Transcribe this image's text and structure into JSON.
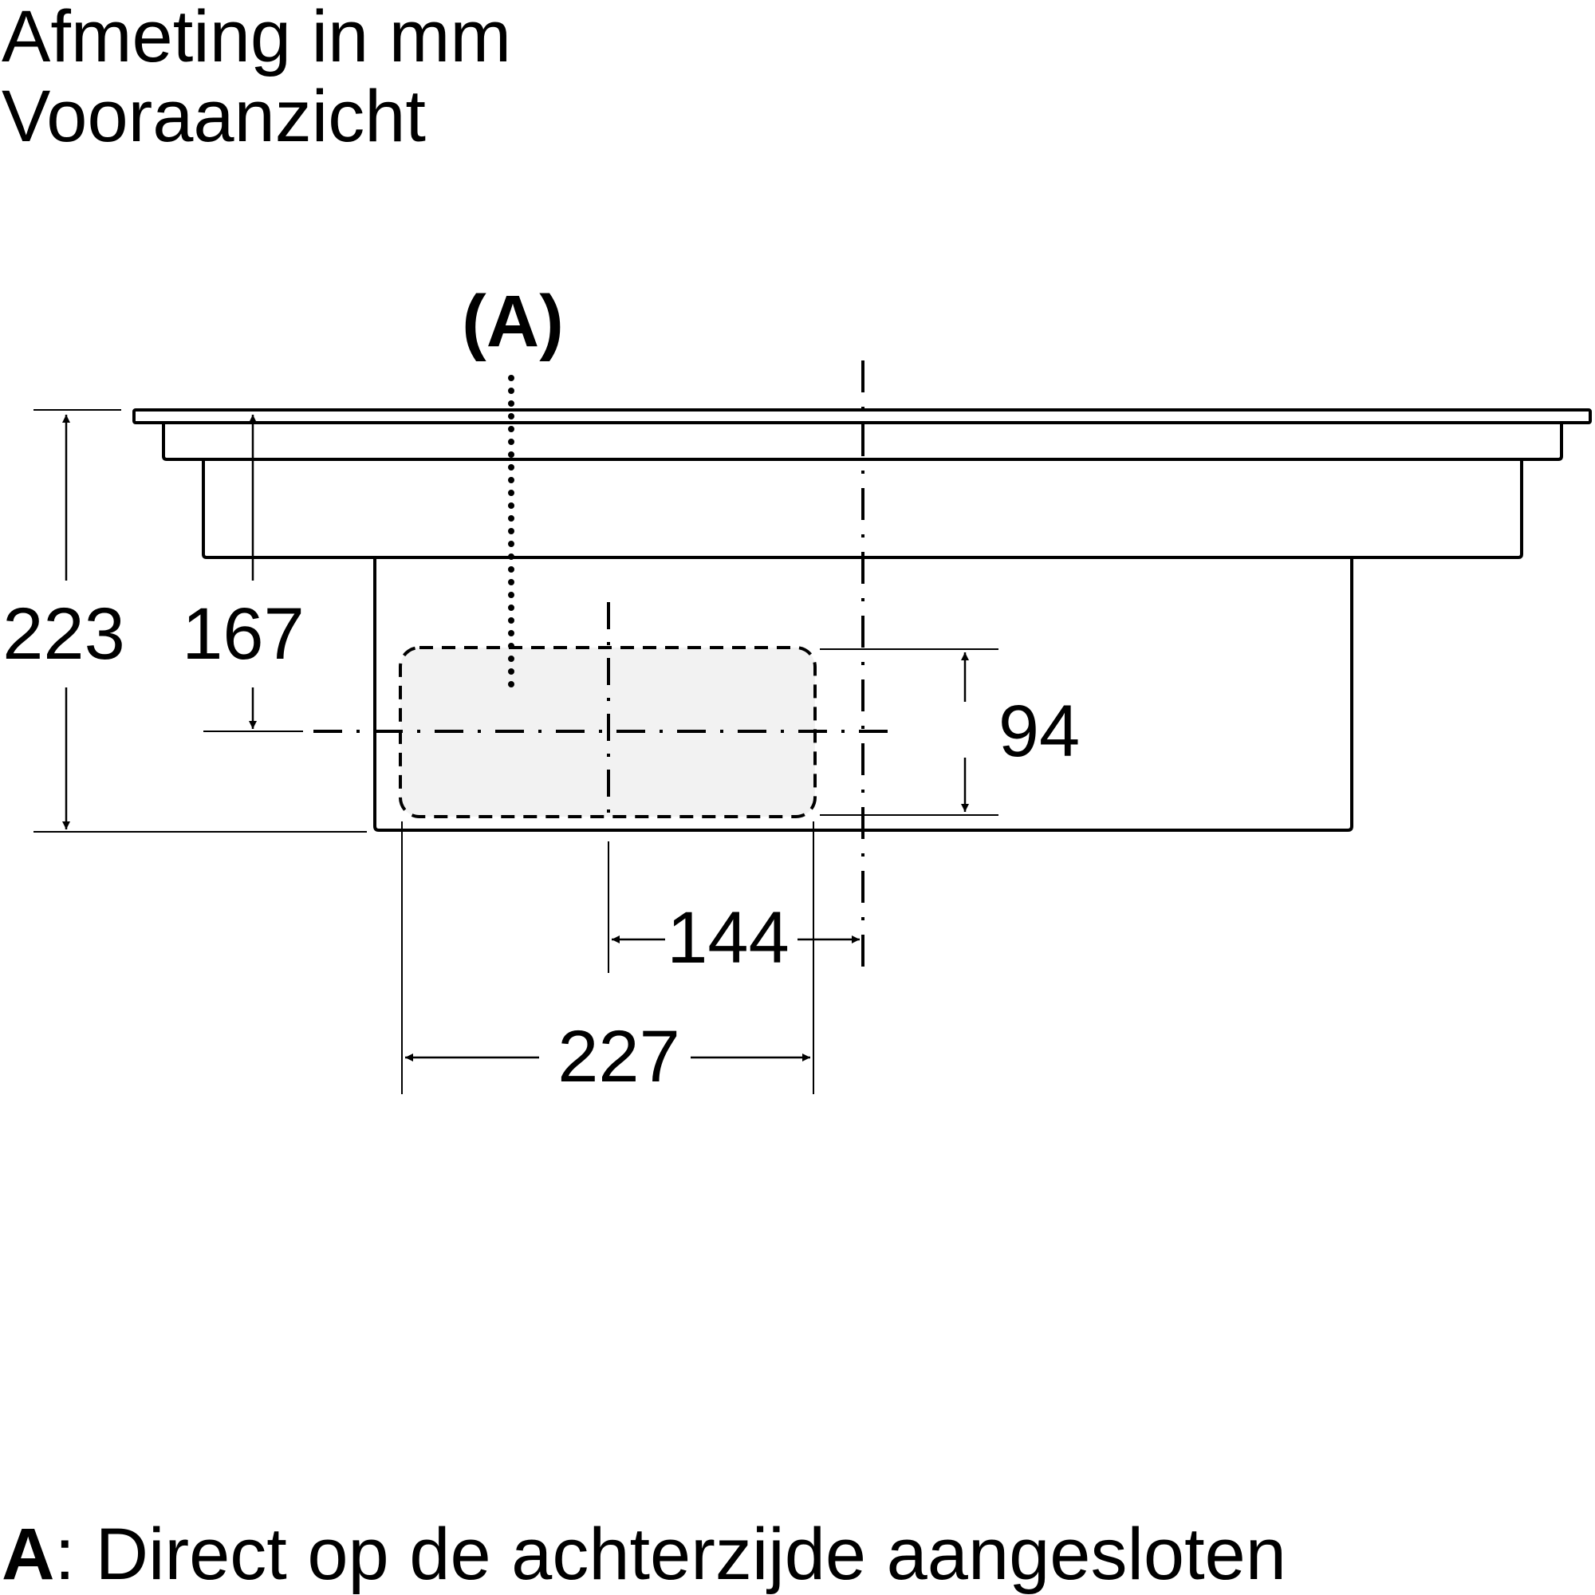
{
  "header": {
    "title": "Afmeting in mm",
    "subtitle": "Vooraanzicht"
  },
  "callout": {
    "label": "(A)"
  },
  "dimensions": {
    "total_height": "223",
    "center_height": "167",
    "outlet_height": "94",
    "outlet_offset": "144",
    "outlet_width": "227"
  },
  "legend": {
    "key": "A",
    "separator": ":",
    "text": "Direct op de achterzijde aangesloten"
  },
  "colors": {
    "line": "#000000",
    "outlet_fill": "#f2f2f2",
    "background": "#ffffff"
  }
}
